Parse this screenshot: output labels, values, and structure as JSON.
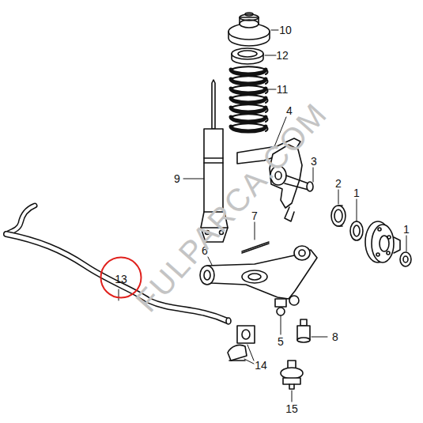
{
  "diagram": {
    "nodes": [
      {
        "text": [
          "13"
        ]
      }
    ],
    "labels": [
      "10",
      "12",
      "11",
      "4",
      "3",
      "9",
      "2",
      "1",
      "1",
      "7",
      "6",
      "5",
      "8",
      "14",
      "15",
      "FULPARCA.COM"
    ]
  }
}
